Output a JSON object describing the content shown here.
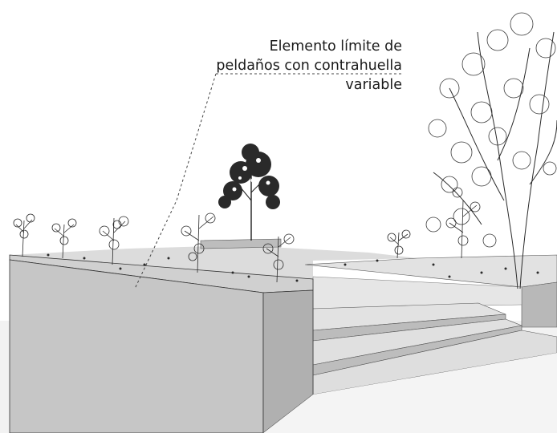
{
  "annotation": {
    "lines": [
      "Elemento límite de",
      "peldaños con contrahuella",
      "variable"
    ]
  },
  "colors": {
    "wall_front": "#c6c6c6",
    "wall_top": "#d2d2d2",
    "wall_side": "#b3b3b3",
    "ground": "#f2f2f2",
    "lawn": "#dedede",
    "step_tread": "#e0e0e0",
    "step_riser": "#b9b9b9",
    "ink": "#1e1e1e",
    "leader": "#444444"
  },
  "icons": [
    "tree-icon",
    "shrub-icon",
    "leader-line"
  ]
}
